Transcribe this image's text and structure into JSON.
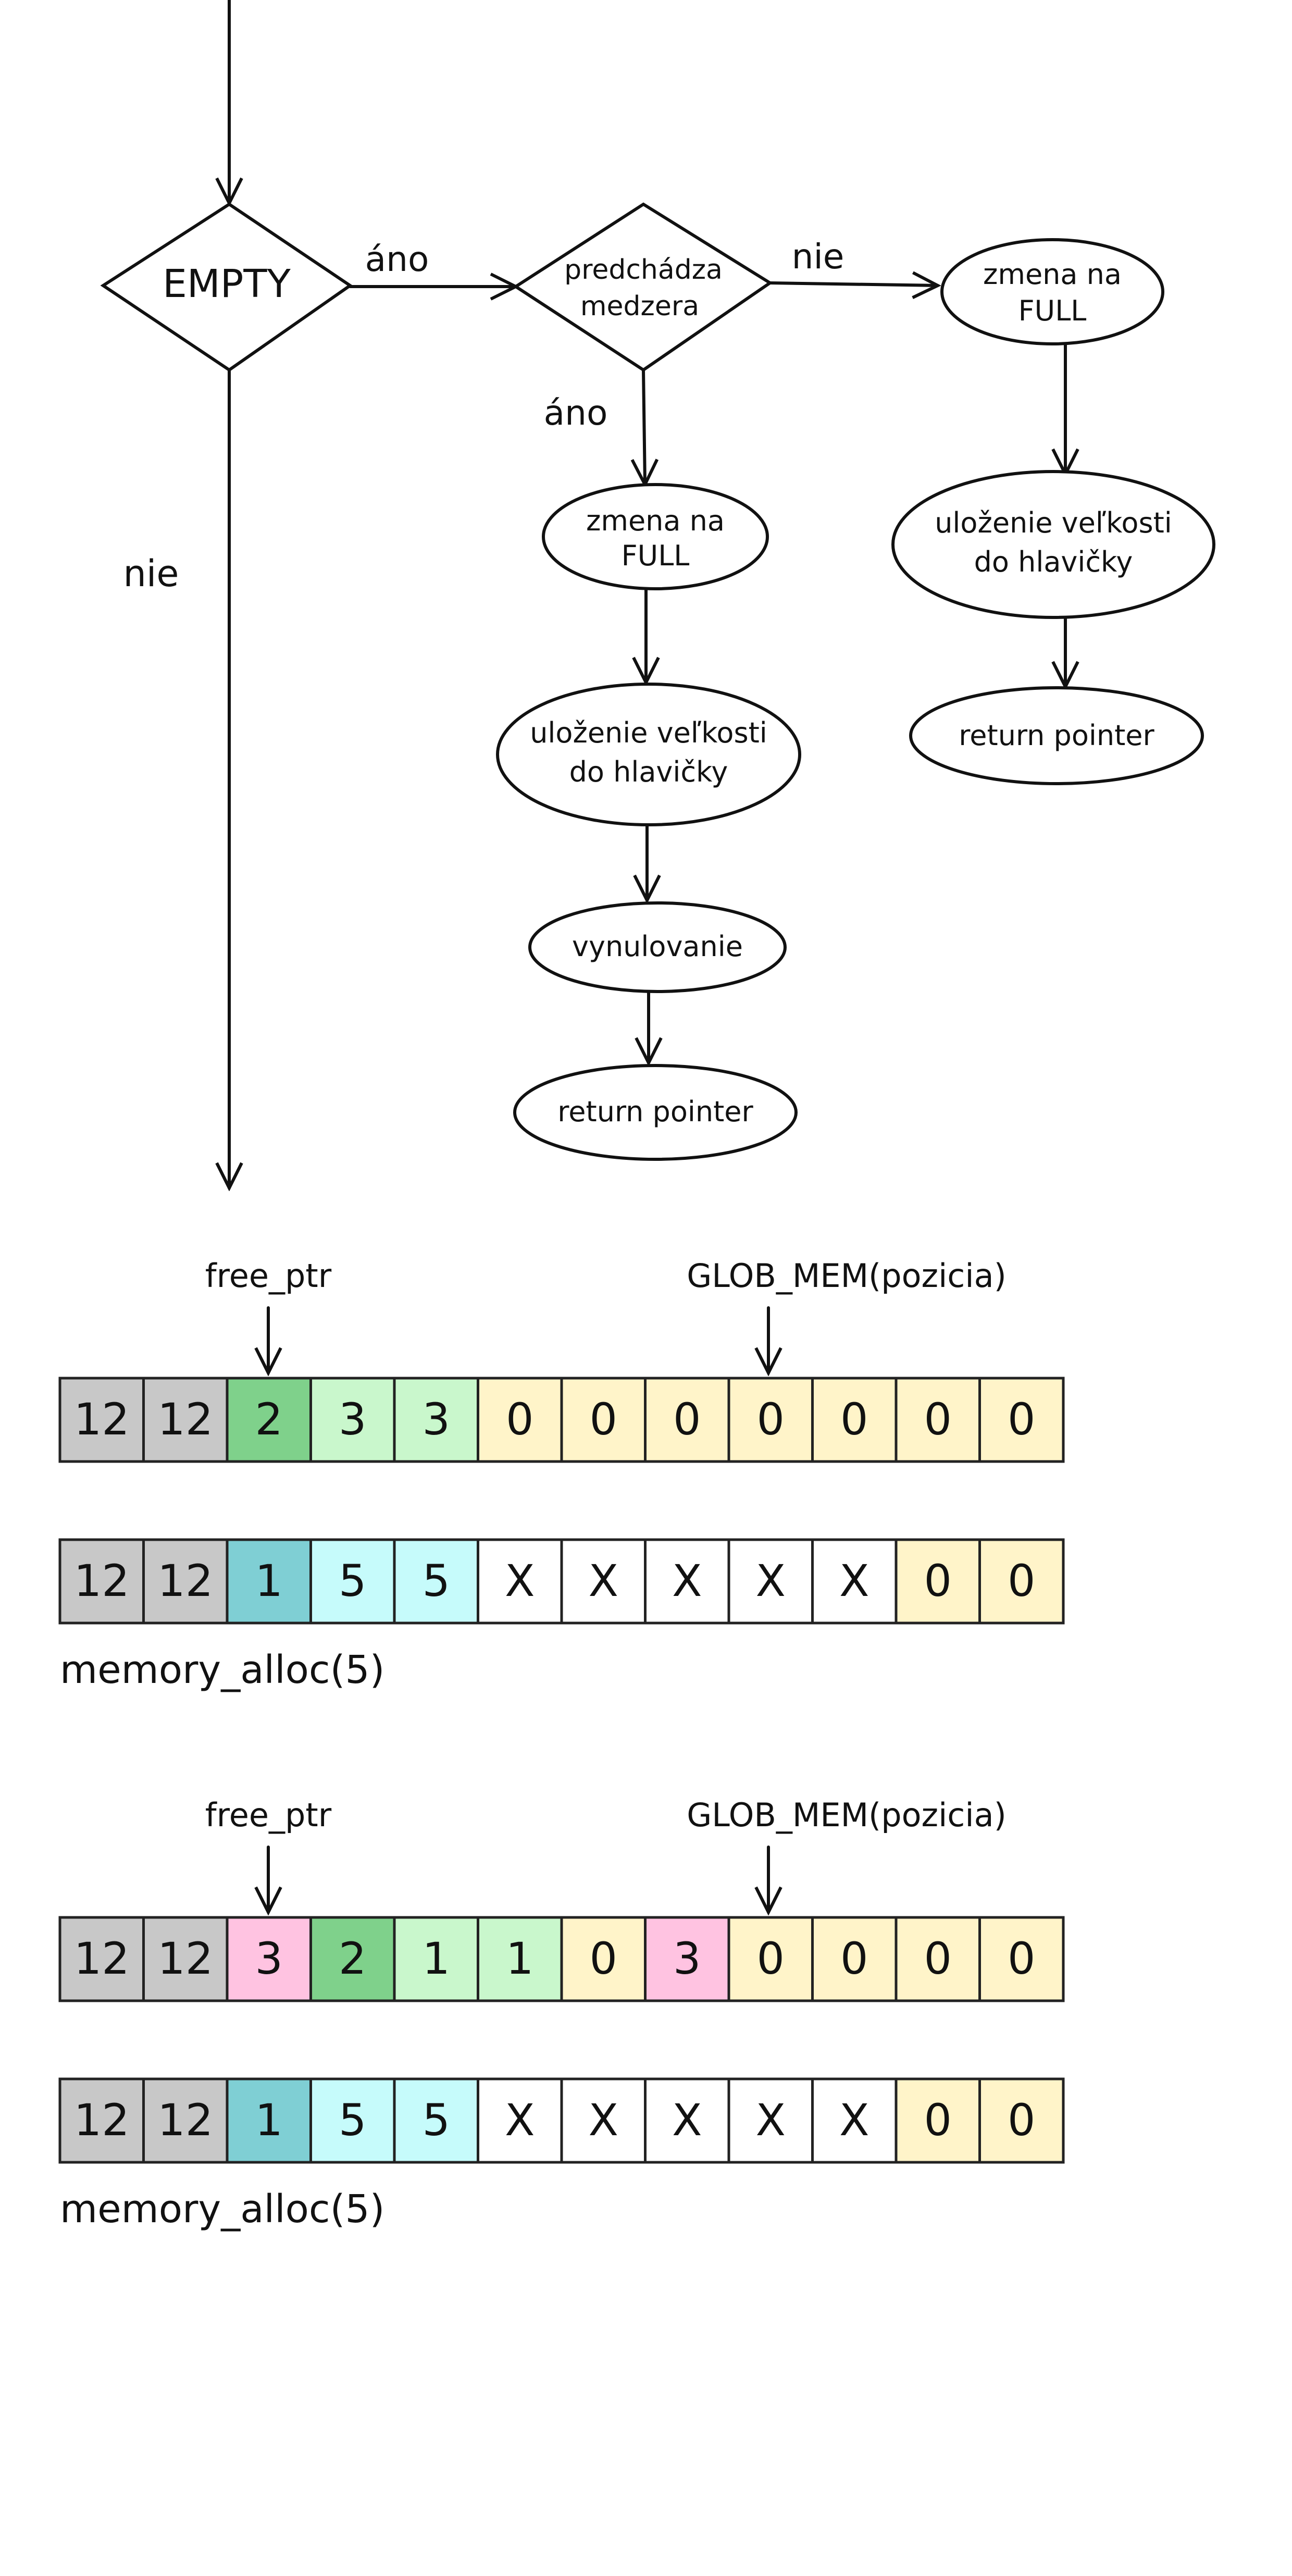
{
  "flowchart": {
    "decisions": {
      "empty": "EMPTY",
      "gap": [
        "predchádza",
        "medzera"
      ]
    },
    "edge_labels": {
      "empty_yes": "áno",
      "empty_no": "nie",
      "gap_yes": "áno",
      "gap_no": "nie"
    },
    "yes_branch": {
      "set_full": [
        "zmena na",
        "FULL"
      ],
      "store_size": [
        "uloženie veľkosti",
        "do hlavičky"
      ],
      "zeroing": "vynulovanie",
      "return": "return pointer"
    },
    "no_branch": {
      "set_full": [
        "zmena na",
        "FULL"
      ],
      "store_size": [
        "uloženie veľkosti",
        "do hlavičky"
      ],
      "return": "return pointer"
    }
  },
  "memory": {
    "colors": {
      "gray": "#c8c8c8",
      "green": "#7fd18b",
      "lightgreen": "#c9f7cc",
      "yellow": "#fff4c9",
      "teal": "#7fcfd4",
      "cyan": "#c6fbfb",
      "white": "#ffffff",
      "pink": "#ffc3e1"
    },
    "sections": [
      {
        "free_ptr_label": "free_ptr",
        "glob_mem_label": "GLOB_MEM(pozicia)",
        "before": [
          {
            "v": "12",
            "c": "gray"
          },
          {
            "v": "12",
            "c": "gray"
          },
          {
            "v": "2",
            "c": "green"
          },
          {
            "v": "3",
            "c": "lightgreen"
          },
          {
            "v": "3",
            "c": "lightgreen"
          },
          {
            "v": "0",
            "c": "yellow"
          },
          {
            "v": "0",
            "c": "yellow"
          },
          {
            "v": "0",
            "c": "yellow"
          },
          {
            "v": "0",
            "c": "yellow"
          },
          {
            "v": "0",
            "c": "yellow"
          },
          {
            "v": "0",
            "c": "yellow"
          },
          {
            "v": "0",
            "c": "yellow"
          }
        ],
        "after": [
          {
            "v": "12",
            "c": "gray"
          },
          {
            "v": "12",
            "c": "gray"
          },
          {
            "v": "1",
            "c": "teal"
          },
          {
            "v": "5",
            "c": "cyan"
          },
          {
            "v": "5",
            "c": "cyan"
          },
          {
            "v": "X",
            "c": "white"
          },
          {
            "v": "X",
            "c": "white"
          },
          {
            "v": "X",
            "c": "white"
          },
          {
            "v": "X",
            "c": "white"
          },
          {
            "v": "X",
            "c": "white"
          },
          {
            "v": "0",
            "c": "yellow"
          },
          {
            "v": "0",
            "c": "yellow"
          }
        ],
        "call_label": "memory_alloc(5)"
      },
      {
        "free_ptr_label": "free_ptr",
        "glob_mem_label": "GLOB_MEM(pozicia)",
        "before": [
          {
            "v": "12",
            "c": "gray"
          },
          {
            "v": "12",
            "c": "gray"
          },
          {
            "v": "3",
            "c": "pink"
          },
          {
            "v": "2",
            "c": "green"
          },
          {
            "v": "1",
            "c": "lightgreen"
          },
          {
            "v": "1",
            "c": "lightgreen"
          },
          {
            "v": "0",
            "c": "yellow"
          },
          {
            "v": "3",
            "c": "pink"
          },
          {
            "v": "0",
            "c": "yellow"
          },
          {
            "v": "0",
            "c": "yellow"
          },
          {
            "v": "0",
            "c": "yellow"
          },
          {
            "v": "0",
            "c": "yellow"
          }
        ],
        "after": [
          {
            "v": "12",
            "c": "gray"
          },
          {
            "v": "12",
            "c": "gray"
          },
          {
            "v": "1",
            "c": "teal"
          },
          {
            "v": "5",
            "c": "cyan"
          },
          {
            "v": "5",
            "c": "cyan"
          },
          {
            "v": "X",
            "c": "white"
          },
          {
            "v": "X",
            "c": "white"
          },
          {
            "v": "X",
            "c": "white"
          },
          {
            "v": "X",
            "c": "white"
          },
          {
            "v": "X",
            "c": "white"
          },
          {
            "v": "0",
            "c": "yellow"
          },
          {
            "v": "0",
            "c": "yellow"
          }
        ],
        "call_label": "memory_alloc(5)"
      }
    ]
  }
}
